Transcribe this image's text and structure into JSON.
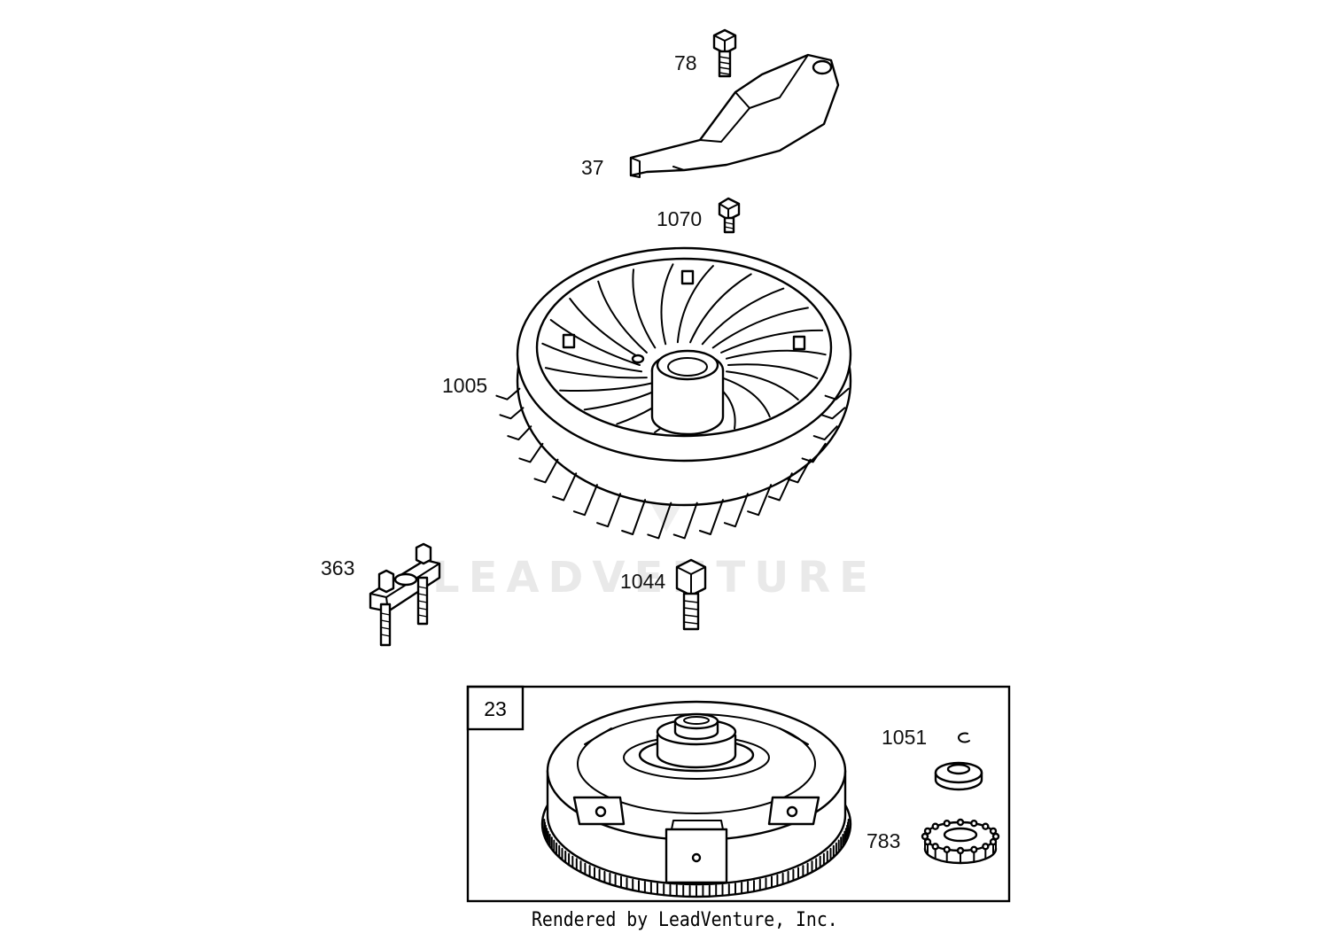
{
  "callouts": {
    "p78": "78",
    "p37": "37",
    "p1070": "1070",
    "p1005": "1005",
    "p363": "363",
    "p1044": "1044",
    "p1051": "1051",
    "p783": "783"
  },
  "kit": {
    "label": "23"
  },
  "watermark": {
    "text": "LEADVENTURE"
  },
  "footer": {
    "credit": "Rendered by LeadVenture, Inc."
  }
}
